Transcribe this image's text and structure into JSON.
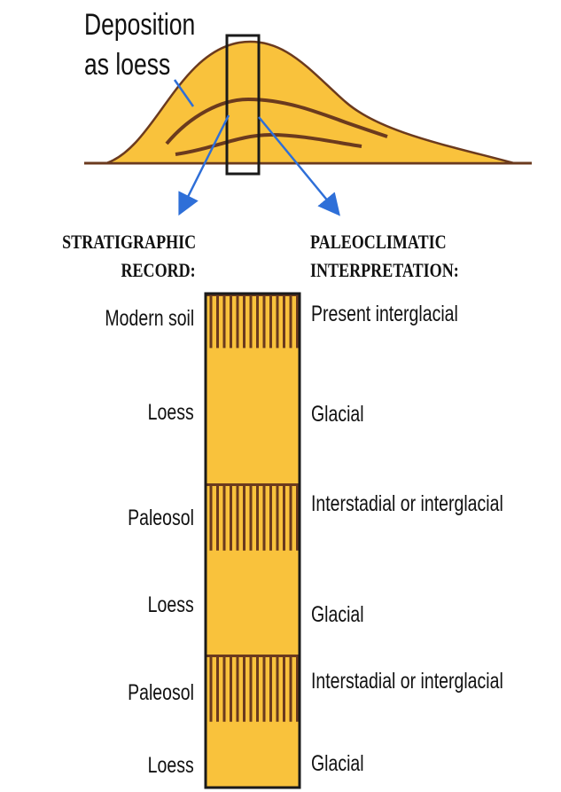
{
  "deposition": {
    "line1": "Deposition",
    "line2": "as loess"
  },
  "headings": {
    "strat_line1": "STRATIGRAPHIC",
    "strat_line2": "RECORD:",
    "paleo_line1": "PALEOCLIMATIC",
    "paleo_line2": "INTERPRETATION:"
  },
  "layers": [
    {
      "unit": "Modern soil",
      "interpretation": "Present interglacial"
    },
    {
      "unit": "Loess",
      "interpretation": "Glacial"
    },
    {
      "unit": "Paleosol",
      "interpretation": "Interstadial or interglacial"
    },
    {
      "unit": "Loess",
      "interpretation": "Glacial"
    },
    {
      "unit": "Paleosol",
      "interpretation": "Interstadial or interglacial"
    },
    {
      "unit": "Loess",
      "interpretation": "Glacial"
    }
  ],
  "colors": {
    "loess_fill": "#F9C23C",
    "soil_line": "#6B3A1E",
    "outline": "#1a1a1a",
    "arrow": "#2E6FD8"
  }
}
